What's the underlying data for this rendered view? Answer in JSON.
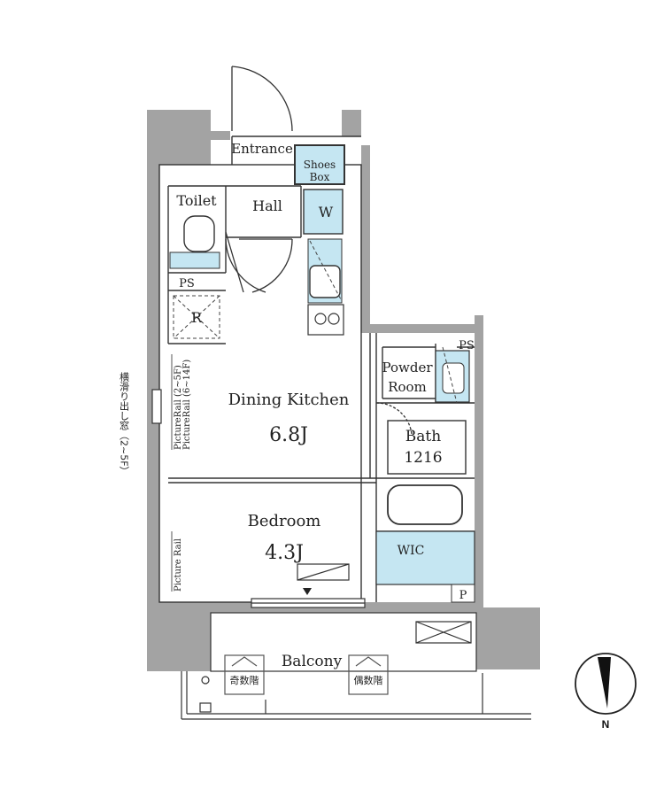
{
  "rooms": {
    "entrance": "Entrance",
    "shoes_box": [
      "Shoes",
      "Box"
    ],
    "toilet": "Toilet",
    "hall": "Hall",
    "washer": "W",
    "ps_left": "PS",
    "refrigerator": "R",
    "dining_kitchen": "Dining Kitchen",
    "dining_kitchen_size": "6.8J",
    "powder_room": [
      "Powder",
      "Room"
    ],
    "ps_right": "PS",
    "bath": "Bath",
    "bath_size": "1216",
    "bedroom": "Bedroom",
    "bedroom_size": "4.3J",
    "wic": "WIC",
    "pipe": "P",
    "balcony": "Balcony"
  },
  "rails": {
    "picture_rail_1": "PictureRail (2~5F)",
    "picture_rail_2": "PictureRail (6~14F)",
    "picture_rail_bedroom": "Picture Rail"
  },
  "window_note": "横滑り出し窓（2~5F）",
  "evac_odd": "奇数階",
  "evac_even": "偶数階",
  "compass": {
    "label": "N"
  },
  "colors": {
    "wall": "#a3a3a3",
    "water": "#c5e6f2",
    "line": "#333333"
  }
}
